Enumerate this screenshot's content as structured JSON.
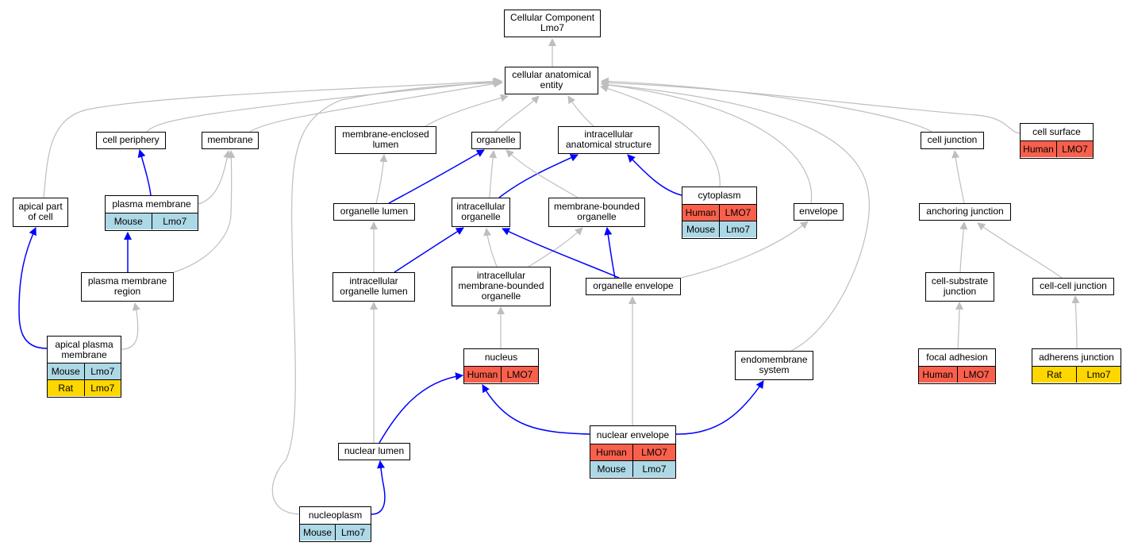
{
  "colors": {
    "human": "#f9604c",
    "mouse": "#add8e6",
    "rat": "#ffd700",
    "edge_isa": "#bebebe",
    "edge_partof": "#0000ff"
  },
  "nodes": [
    {
      "id": "root",
      "label": "Cellular Component\nLmo7",
      "rows": []
    },
    {
      "id": "cae",
      "label": "cellular anatomical\nentity",
      "rows": []
    },
    {
      "id": "cell_periphery",
      "label": "cell periphery",
      "rows": []
    },
    {
      "id": "membrane",
      "label": "membrane",
      "rows": []
    },
    {
      "id": "mem_encl_lumen",
      "label": "membrane-enclosed\nlumen",
      "rows": []
    },
    {
      "id": "organelle",
      "label": "organelle",
      "rows": []
    },
    {
      "id": "intra_anat",
      "label": "intracellular\nanatomical structure",
      "rows": []
    },
    {
      "id": "cell_junction",
      "label": "cell junction",
      "rows": []
    },
    {
      "id": "cell_surface",
      "label": "cell surface",
      "rows": [
        {
          "species": "Human",
          "gene": "LMO7",
          "color_key": "human"
        }
      ]
    },
    {
      "id": "apical_part",
      "label": "apical part\nof cell",
      "rows": []
    },
    {
      "id": "plasma_membrane",
      "label": "plasma membrane",
      "rows": [
        {
          "species": "Mouse",
          "gene": "Lmo7",
          "color_key": "mouse"
        }
      ]
    },
    {
      "id": "organelle_lumen",
      "label": "organelle lumen",
      "rows": []
    },
    {
      "id": "intra_organelle",
      "label": "intracellular\norganelle",
      "rows": []
    },
    {
      "id": "mem_bounded_org",
      "label": "membrane-bounded\norganelle",
      "rows": []
    },
    {
      "id": "cytoplasm",
      "label": "cytoplasm",
      "rows": [
        {
          "species": "Human",
          "gene": "LMO7",
          "color_key": "human"
        },
        {
          "species": "Mouse",
          "gene": "Lmo7",
          "color_key": "mouse"
        }
      ]
    },
    {
      "id": "envelope",
      "label": "envelope",
      "rows": []
    },
    {
      "id": "anchoring_junction",
      "label": "anchoring junction",
      "rows": []
    },
    {
      "id": "pm_region",
      "label": "plasma membrane\nregion",
      "rows": []
    },
    {
      "id": "intra_org_lumen",
      "label": "intracellular\norganelle lumen",
      "rows": []
    },
    {
      "id": "intra_mb_org",
      "label": "intracellular\nmembrane-bounded\norganelle",
      "rows": []
    },
    {
      "id": "org_envelope",
      "label": "organelle envelope",
      "rows": []
    },
    {
      "id": "cell_substrate",
      "label": "cell-substrate\njunction",
      "rows": []
    },
    {
      "id": "cell_cell",
      "label": "cell-cell junction",
      "rows": []
    },
    {
      "id": "apical_pm",
      "label": "apical plasma\nmembrane",
      "rows": [
        {
          "species": "Mouse",
          "gene": "Lmo7",
          "color_key": "mouse"
        },
        {
          "species": "Rat",
          "gene": "Lmo7",
          "color_key": "rat"
        }
      ]
    },
    {
      "id": "nucleus",
      "label": "nucleus",
      "rows": [
        {
          "species": "Human",
          "gene": "LMO7",
          "color_key": "human"
        }
      ]
    },
    {
      "id": "endomembrane",
      "label": "endomembrane\nsystem",
      "rows": []
    },
    {
      "id": "focal_adhesion",
      "label": "focal adhesion",
      "rows": [
        {
          "species": "Human",
          "gene": "LMO7",
          "color_key": "human"
        }
      ]
    },
    {
      "id": "adherens",
      "label": "adherens junction",
      "rows": [
        {
          "species": "Rat",
          "gene": "Lmo7",
          "color_key": "rat"
        }
      ]
    },
    {
      "id": "nuclear_lumen",
      "label": "nuclear lumen",
      "rows": []
    },
    {
      "id": "nuclear_envelope",
      "label": "nuclear envelope",
      "rows": [
        {
          "species": "Human",
          "gene": "LMO7",
          "color_key": "human"
        },
        {
          "species": "Mouse",
          "gene": "Lmo7",
          "color_key": "mouse"
        }
      ]
    },
    {
      "id": "nucleoplasm",
      "label": "nucleoplasm",
      "rows": [
        {
          "species": "Mouse",
          "gene": "Lmo7",
          "color_key": "mouse"
        }
      ]
    }
  ],
  "edges": [
    {
      "from": "cae",
      "to": "root",
      "type": "isa"
    },
    {
      "from": "cell_periphery",
      "to": "cae",
      "type": "isa"
    },
    {
      "from": "membrane",
      "to": "cae",
      "type": "isa"
    },
    {
      "from": "mem_encl_lumen",
      "to": "cae",
      "type": "isa"
    },
    {
      "from": "organelle",
      "to": "cae",
      "type": "isa"
    },
    {
      "from": "intra_anat",
      "to": "cae",
      "type": "isa"
    },
    {
      "from": "cell_junction",
      "to": "cae",
      "type": "isa"
    },
    {
      "from": "cell_surface",
      "to": "cae",
      "type": "isa"
    },
    {
      "from": "apical_part",
      "to": "cae",
      "type": "isa"
    },
    {
      "from": "cytoplasm",
      "to": "cae",
      "type": "isa"
    },
    {
      "from": "envelope",
      "to": "cae",
      "type": "isa"
    },
    {
      "from": "endomembrane",
      "to": "cae",
      "type": "isa"
    },
    {
      "from": "nucleoplasm",
      "to": "cae",
      "type": "isa"
    },
    {
      "from": "plasma_membrane",
      "to": "cell_periphery",
      "type": "partof"
    },
    {
      "from": "plasma_membrane",
      "to": "membrane",
      "type": "isa"
    },
    {
      "from": "pm_region",
      "to": "membrane",
      "type": "isa"
    },
    {
      "from": "pm_region",
      "to": "plasma_membrane",
      "type": "partof"
    },
    {
      "from": "apical_pm",
      "to": "apical_part",
      "type": "partof"
    },
    {
      "from": "apical_pm",
      "to": "pm_region",
      "type": "isa"
    },
    {
      "from": "organelle_lumen",
      "to": "mem_encl_lumen",
      "type": "isa"
    },
    {
      "from": "organelle_lumen",
      "to": "organelle",
      "type": "partof"
    },
    {
      "from": "intra_organelle",
      "to": "organelle",
      "type": "isa"
    },
    {
      "from": "intra_organelle",
      "to": "intra_anat",
      "type": "partof"
    },
    {
      "from": "mem_bounded_org",
      "to": "organelle",
      "type": "isa"
    },
    {
      "from": "cytoplasm",
      "to": "intra_anat",
      "type": "partof"
    },
    {
      "from": "intra_org_lumen",
      "to": "organelle_lumen",
      "type": "isa"
    },
    {
      "from": "intra_org_lumen",
      "to": "intra_organelle",
      "type": "partof"
    },
    {
      "from": "intra_mb_org",
      "to": "intra_organelle",
      "type": "isa"
    },
    {
      "from": "intra_mb_org",
      "to": "mem_bounded_org",
      "type": "isa"
    },
    {
      "from": "org_envelope",
      "to": "intra_organelle",
      "type": "partof"
    },
    {
      "from": "org_envelope",
      "to": "mem_bounded_org",
      "type": "partof"
    },
    {
      "from": "org_envelope",
      "to": "envelope",
      "type": "isa"
    },
    {
      "from": "anchoring_junction",
      "to": "cell_junction",
      "type": "isa"
    },
    {
      "from": "cell_substrate",
      "to": "anchoring_junction",
      "type": "isa"
    },
    {
      "from": "cell_cell",
      "to": "anchoring_junction",
      "type": "isa"
    },
    {
      "from": "focal_adhesion",
      "to": "cell_substrate",
      "type": "isa"
    },
    {
      "from": "adherens",
      "to": "cell_cell",
      "type": "isa"
    },
    {
      "from": "nucleus",
      "to": "intra_mb_org",
      "type": "isa"
    },
    {
      "from": "nuclear_lumen",
      "to": "intra_org_lumen",
      "type": "isa"
    },
    {
      "from": "nuclear_lumen",
      "to": "nucleus",
      "type": "partof"
    },
    {
      "from": "nuclear_envelope",
      "to": "nucleus",
      "type": "partof"
    },
    {
      "from": "nuclear_envelope",
      "to": "org_envelope",
      "type": "isa"
    },
    {
      "from": "nuclear_envelope",
      "to": "endomembrane",
      "type": "partof"
    },
    {
      "from": "nucleoplasm",
      "to": "nuclear_lumen",
      "type": "partof"
    }
  ]
}
